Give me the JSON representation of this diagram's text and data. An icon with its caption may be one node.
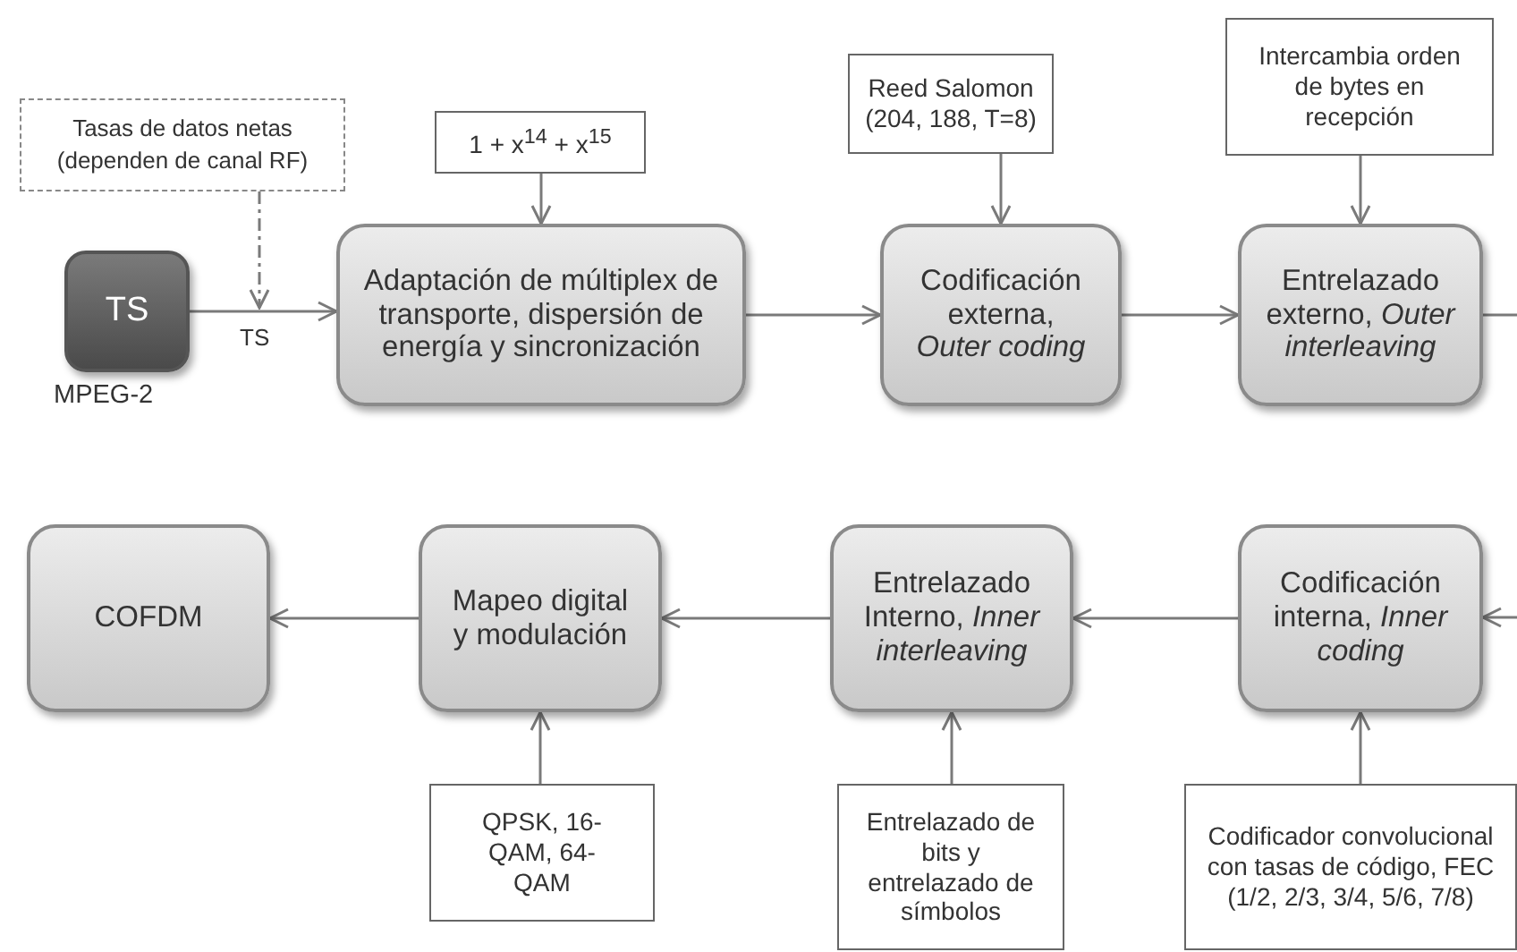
{
  "diagram": {
    "nodes": [
      {
        "text": [
          "TS"
        ],
        "beside": [
          "MPEG-2"
        ]
      },
      {
        "text": [
          "Tasas de datos netas (dependen de canal RF)"
        ]
      },
      {
        "text": [
          "1 + x$^{14}$ + x$^{15}$"
        ]
      },
      {
        "text": [
          "Adaptación de múltiplex de transporte, dispersión de energía y sincronización"
        ]
      },
      {
        "text": [
          "Reed Salomon (204, 188, T=8)"
        ]
      },
      {
        "text": [
          "Codificación externa, *Outer coding*"
        ]
      },
      {
        "text": [
          "Intercambia orden de bytes en recepción"
        ]
      },
      {
        "text": [
          "Entrelazado externo, *Outer interleaving*"
        ]
      },
      {
        "text": [
          "COFDM"
        ]
      },
      {
        "text": [
          "Mapeo digital y modulación"
        ]
      },
      {
        "text": [
          "Entrelazado Interno, *Inner interleaving*"
        ]
      },
      {
        "text": [
          "Codificación interna, *Inner coding*"
        ]
      },
      {
        "text": [
          "QPSK, 16-QAM, 64-QAM"
        ]
      },
      {
        "text": [
          "Entrelazado de bits y entrelazado de símbolos"
        ]
      },
      {
        "text": [
          "Codificador convolucional con tasas de código, FEC (1/2, 2/3, 3/4, 5/6, 7/8)"
        ]
      }
    ],
    "edges": [
      {
        "from": 0,
        "to": 3,
        "arrow": "to",
        "label": "TS"
      },
      {
        "from": 1,
        "to": null,
        "arrow": "to",
        "style": "dashed"
      },
      {
        "from": 2,
        "to": 3,
        "arrow": "to"
      },
      {
        "from": 3,
        "to": 5,
        "arrow": "to"
      },
      {
        "from": 4,
        "to": 5,
        "arrow": "to"
      },
      {
        "from": 5,
        "to": 7,
        "arrow": "to"
      },
      {
        "from": 6,
        "to": 7,
        "arrow": "to"
      },
      {
        "from": 7,
        "to": null,
        "arrow": "none"
      },
      {
        "from": null,
        "to": 11,
        "arrow": "to"
      },
      {
        "from": 11,
        "to": 10,
        "arrow": "to"
      },
      {
        "from": 10,
        "to": 9,
        "arrow": "to"
      },
      {
        "from": 9,
        "to": 8,
        "arrow": "to"
      },
      {
        "from": 12,
        "to": 9,
        "arrow": "to"
      },
      {
        "from": 13,
        "to": 10,
        "arrow": "to"
      },
      {
        "from": 14,
        "to": 11,
        "arrow": "to"
      }
    ]
  }
}
